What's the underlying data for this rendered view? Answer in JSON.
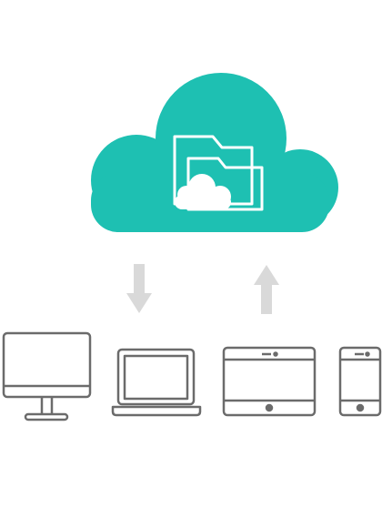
{
  "illustration": {
    "theme": "cloud-storage-sync",
    "colors": {
      "cloud": "#1ec0b2",
      "folder_outline": "#ffffff",
      "arrow": "#d9d9d9",
      "device_stroke": "#6b6b6b",
      "background": "#ffffff"
    },
    "arrows": [
      {
        "icon": "arrow-down-icon",
        "direction": "down"
      },
      {
        "icon": "arrow-up-icon",
        "direction": "up"
      }
    ],
    "devices": [
      {
        "icon": "desktop-monitor-icon"
      },
      {
        "icon": "laptop-icon"
      },
      {
        "icon": "tablet-icon"
      },
      {
        "icon": "smartphone-icon"
      }
    ]
  }
}
